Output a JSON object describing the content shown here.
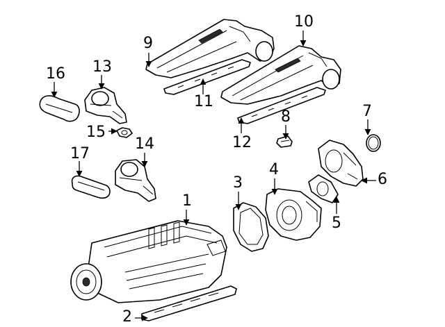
{
  "callouts": [
    {
      "id": "c1",
      "label": "1"
    },
    {
      "id": "c2",
      "label": "2"
    },
    {
      "id": "c3",
      "label": "3"
    },
    {
      "id": "c4",
      "label": "4"
    },
    {
      "id": "c5",
      "label": "5"
    },
    {
      "id": "c6",
      "label": "6"
    },
    {
      "id": "c7",
      "label": "7"
    },
    {
      "id": "c8",
      "label": "8"
    },
    {
      "id": "c9",
      "label": "9"
    },
    {
      "id": "c10",
      "label": "10"
    },
    {
      "id": "c11",
      "label": "11"
    },
    {
      "id": "c12",
      "label": "12"
    },
    {
      "id": "c13",
      "label": "13"
    },
    {
      "id": "c14",
      "label": "14"
    },
    {
      "id": "c15",
      "label": "15"
    },
    {
      "id": "c16",
      "label": "16"
    },
    {
      "id": "c17",
      "label": "17"
    }
  ],
  "colors": {
    "line": "#000000",
    "background": "#ffffff"
  }
}
